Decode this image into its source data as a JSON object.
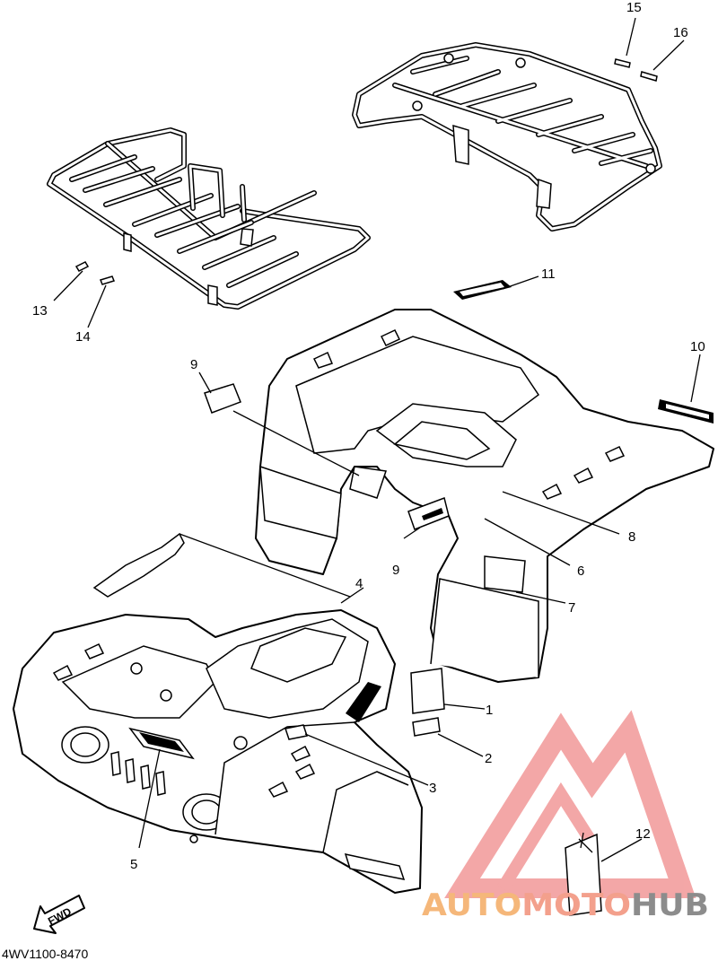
{
  "diagram": {
    "code": "4WV1100-8470",
    "direction_label": "FWD",
    "callouts": [
      "1",
      "2",
      "3",
      "4",
      "5",
      "6",
      "7",
      "8",
      "9",
      "9",
      "10",
      "11",
      "12",
      "13",
      "14",
      "15",
      "16"
    ]
  },
  "watermark": {
    "part1": "AUTO",
    "part2": "MOTO",
    "part3": "HUB",
    "colors": {
      "auto": "#f5b77a",
      "moto": "#f3a08c",
      "hub": "#8c8c8c",
      "triangle": "#f08a8a"
    }
  }
}
